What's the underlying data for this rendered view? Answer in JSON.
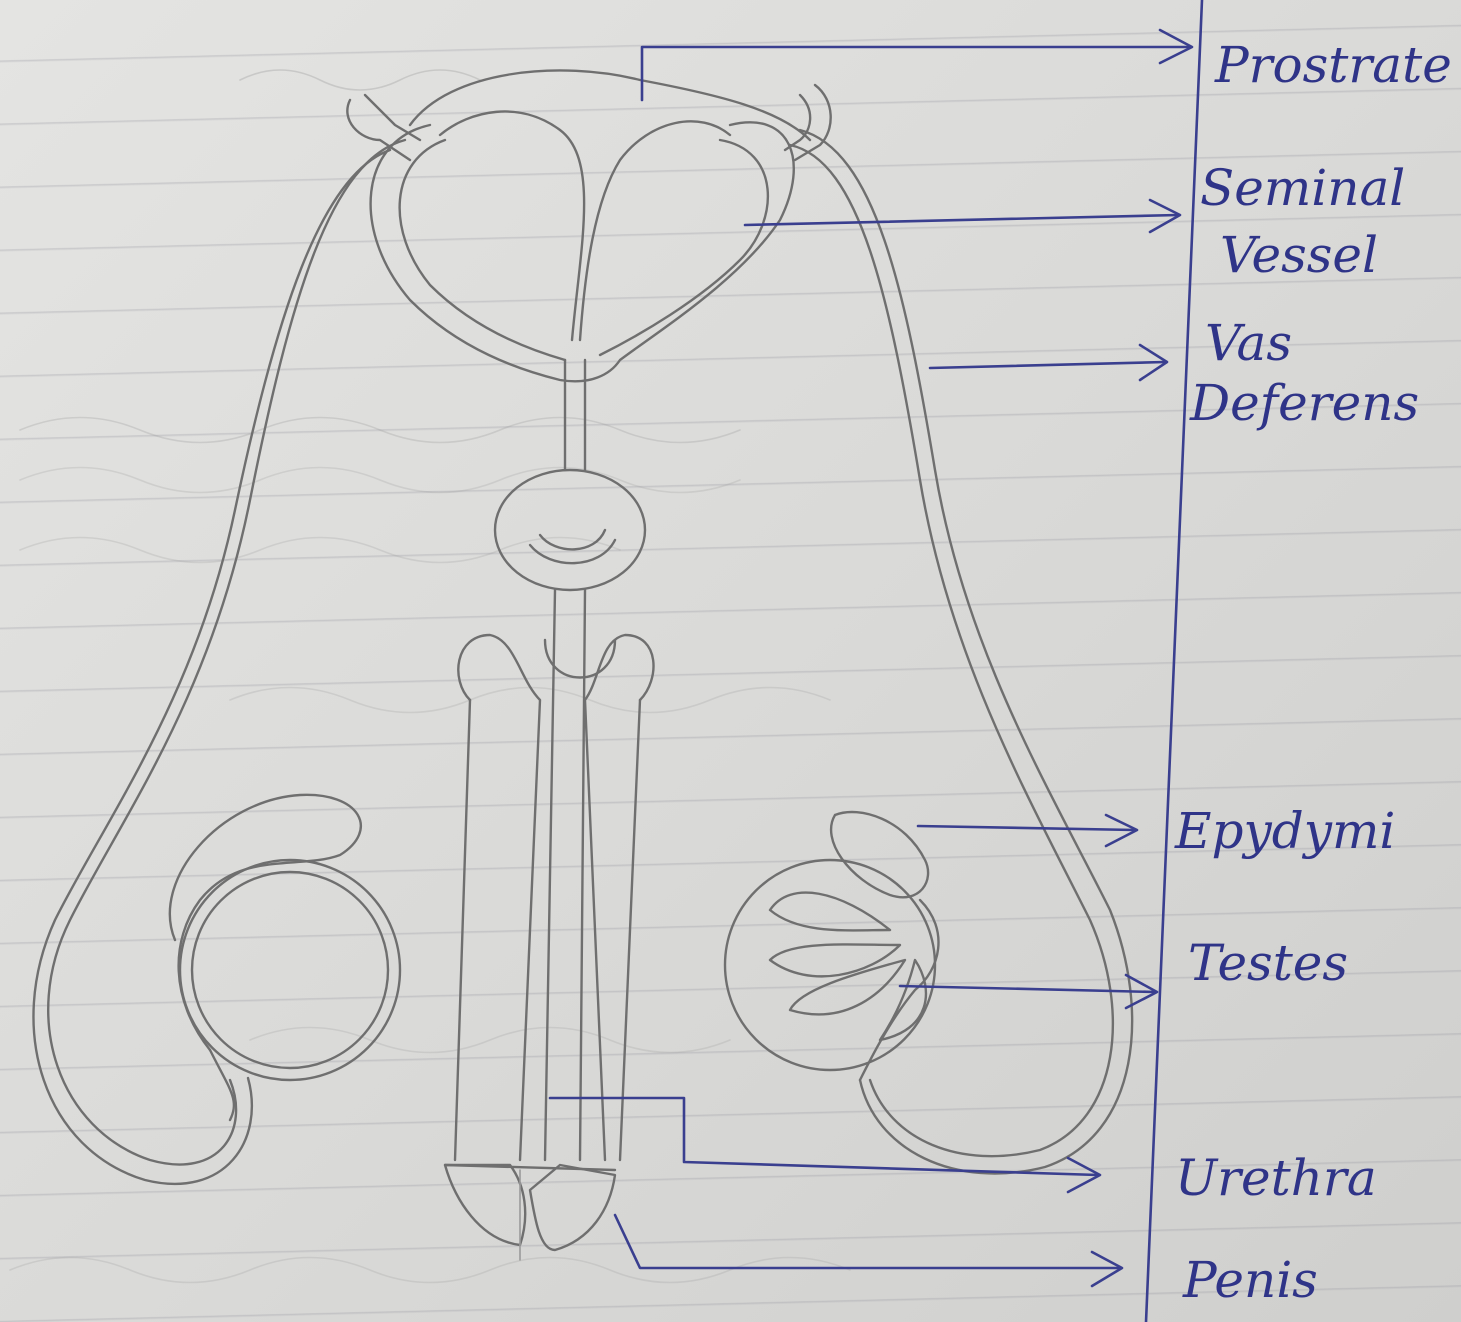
{
  "labels": {
    "prostrate": "Prostrate",
    "seminal_line1": "Seminal",
    "seminal_line2": "Vessel",
    "vas_line1": "Vas",
    "vas_line2": "Deferens",
    "epydymi": "Epydymi",
    "testes": "Testes",
    "urethra": "Urethra",
    "penis": "Penis"
  },
  "colors": {
    "ink": "#2f3488",
    "pencil": "#6f6f6f",
    "paper": "#dcdcda"
  }
}
